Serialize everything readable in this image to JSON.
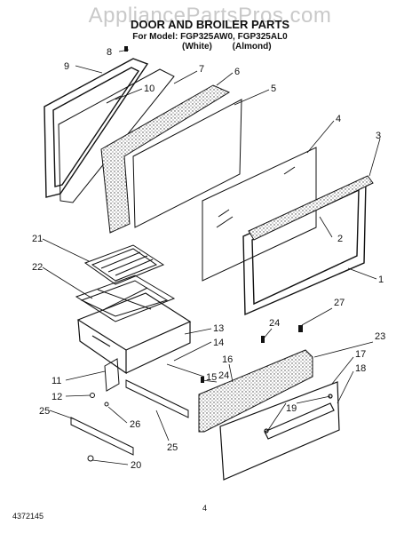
{
  "watermark": "AppliancePartsPros.com",
  "title": "DOOR AND BROILER PARTS",
  "model_line": "For Model: FGP325AW0, FGP325AL0",
  "variants": [
    "(White)",
    "(Almond)"
  ],
  "footer_code": "4372145",
  "page_number": "4",
  "callouts": [
    "8",
    "9",
    "7",
    "10",
    "6",
    "5",
    "4",
    "3",
    "2",
    "1",
    "21",
    "22",
    "13",
    "14",
    "15",
    "11",
    "12",
    "25",
    "26",
    "25",
    "20",
    "24",
    "27",
    "23",
    "16",
    "24",
    "17",
    "18",
    "19"
  ]
}
